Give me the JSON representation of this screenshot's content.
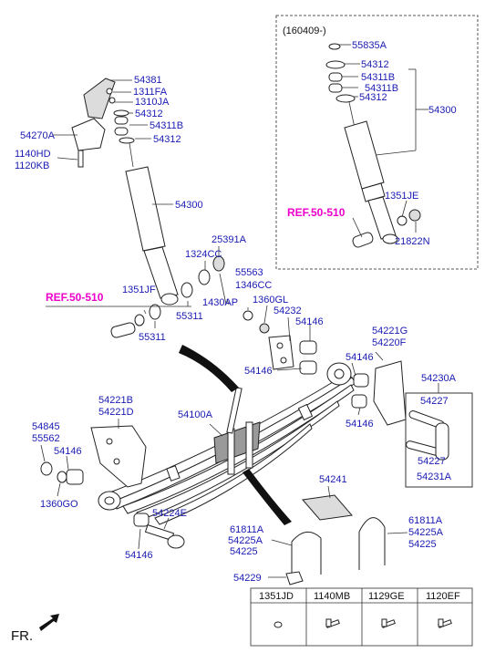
{
  "diagram": {
    "accent_label_color": "#1a1ab4",
    "ref_color": "#ee00cc",
    "inset": {
      "date": "(160409-)",
      "labels": [
        "55835A",
        "54312",
        "54311B",
        "54311B",
        "54312",
        "54300",
        "1351JE",
        "21822N"
      ],
      "ref": "REF.50-510"
    },
    "labels": {
      "l54381": "54381",
      "l1311FA": "1311FA",
      "l1310JA": "1310JA",
      "l54312a": "54312",
      "l54270A": "54270A",
      "l54311B": "54311B",
      "l54312b": "54312",
      "l1140HD": "1140HD",
      "l1120KB": "1120KB",
      "l54300": "54300",
      "l25391A": "25391A",
      "l1324CC": "1324CC",
      "l55563": "55563",
      "l1346CC": "1346CC",
      "l1430AP": "1430AP",
      "l1360GL": "1360GL",
      "l55311a": "55311",
      "l1351JF": "1351JF",
      "l55311b": "55311",
      "l54232": "54232",
      "l54146a": "54146",
      "l54146b": "54146",
      "l54221G": "54221G",
      "l54220F": "54220F",
      "l54146c": "54146",
      "l54230A": "54230A",
      "l54227a": "54227",
      "l54146d": "54146",
      "l54227b": "54227",
      "l54231A": "54231A",
      "l54221B": "54221B",
      "l54221D": "54221D",
      "l54100A": "54100A",
      "l54845": "54845",
      "l55562": "55562",
      "l54146e": "54146",
      "l1360GO": "1360GO",
      "l54224E": "54224E",
      "l54146f": "54146",
      "l54241": "54241",
      "l61811Aa": "61811A",
      "l54225Aa": "54225A",
      "l54225a": "54225",
      "l61811Ab": "61811A",
      "l54225Ab": "54225A",
      "l54225b": "54225",
      "l54229": "54229",
      "ref1": "REF.50-510",
      "fr": "FR."
    },
    "fastener_table": {
      "headers": [
        "1351JD",
        "1140MB",
        "1129GE",
        "1120EF"
      ]
    }
  }
}
